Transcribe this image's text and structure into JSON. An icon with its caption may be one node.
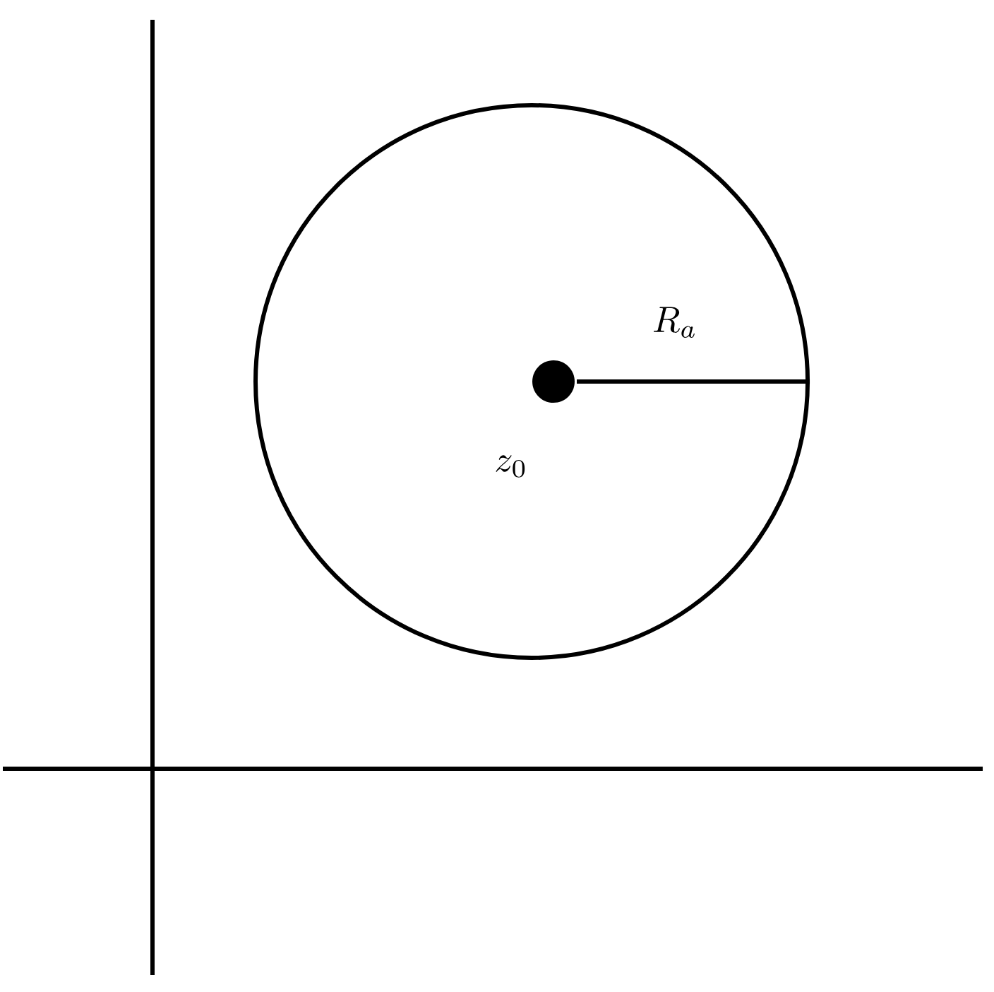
{
  "diagram": {
    "nodes": [
      {
        "text": [],
        "shape": "circle"
      },
      {
        "text": [],
        "shape": "circle",
        "in": 0
      }
    ],
    "edges": [
      {
        "from": 1,
        "to": 0,
        "arrow": "none",
        "label": "R_a"
      }
    ],
    "labels": [
      "z_0"
    ]
  }
}
